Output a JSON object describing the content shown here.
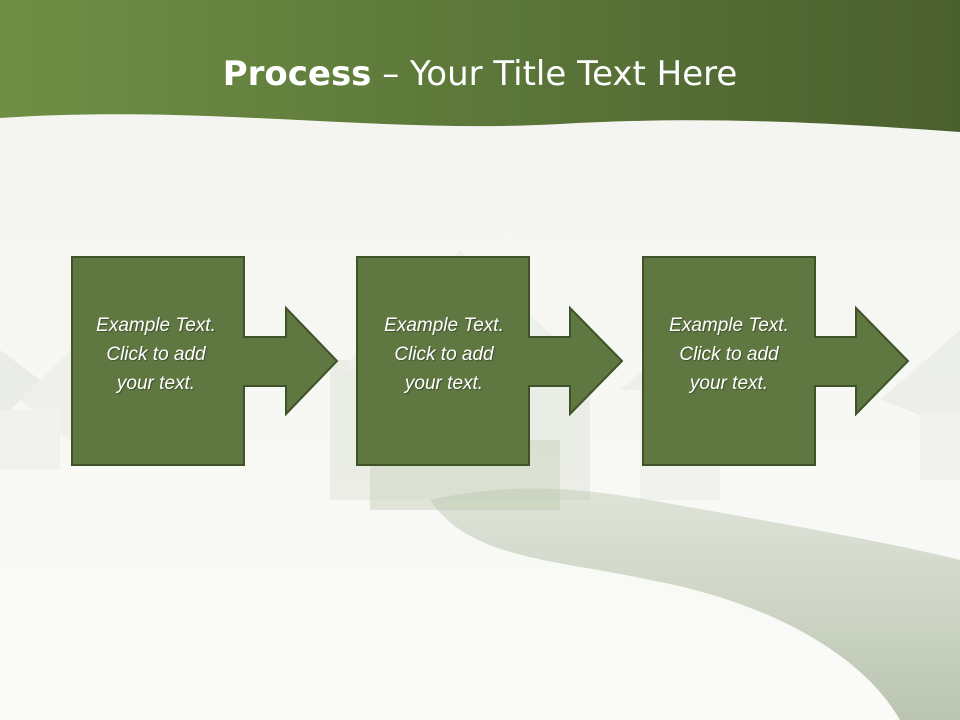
{
  "slide": {
    "title_bold": "Process",
    "title_rest": " – Your Title Text Here"
  },
  "steps": [
    {
      "line1": "Example Text.",
      "line2": "Click  to add",
      "line3": "your text."
    },
    {
      "line1": "Example Text.",
      "line2": "Click  to add",
      "line3": "your text."
    },
    {
      "line1": "Example Text.",
      "line2": "Click  to add",
      "line3": "your text."
    }
  ],
  "colors": {
    "banner_dark": "#4a5f2e",
    "banner_light": "#6f8f45",
    "box_fill": "#5f7842",
    "box_border": "#3f5228"
  }
}
